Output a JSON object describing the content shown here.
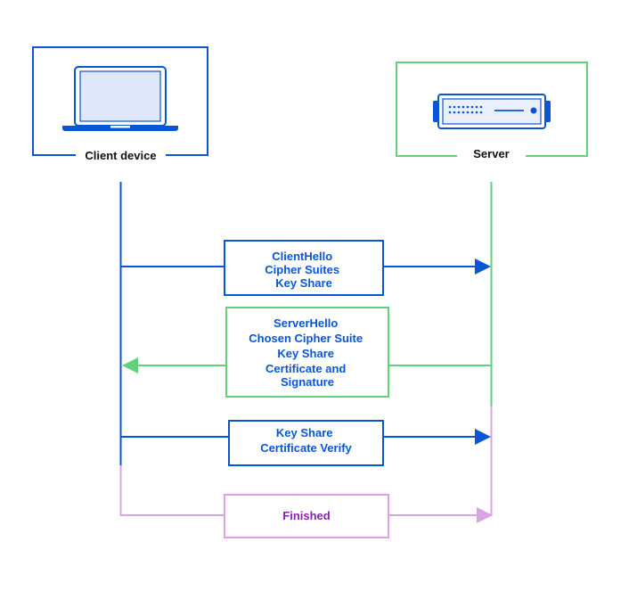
{
  "colors": {
    "blue": "#0a55d6",
    "green": "#62d17a",
    "pink": "#dca0e6",
    "finished_text": "#8a1fb0",
    "label_text": "#111111",
    "screen_fill": "#dfe8fa",
    "server_fill": "#ffffff",
    "server_inner": "#eaf0fb"
  },
  "icons": {
    "client": "laptop-icon",
    "server": "server-rack-icon"
  },
  "client": {
    "label": "Client device"
  },
  "server": {
    "label": "Server"
  },
  "messages": {
    "client_hello": {
      "lines": [
        "ClientHello",
        "Cipher Suites",
        "Key Share"
      ]
    },
    "server_hello": {
      "lines": [
        "ServerHello",
        "Chosen Cipher Suite",
        "Key Share",
        "Certificate and",
        "Signature"
      ]
    },
    "key_share": {
      "lines": [
        "Key Share",
        "Certificate Verify"
      ]
    },
    "finished": {
      "lines": [
        "Finished"
      ]
    }
  }
}
